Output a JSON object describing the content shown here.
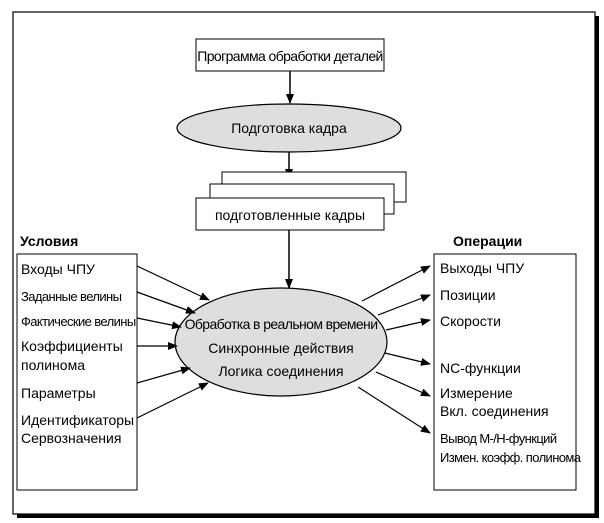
{
  "program_box": "Программа обработки деталей",
  "prep_ellipse": "Подготовка кадра",
  "prepared_frames": "подготовленные кадры",
  "left_column": {
    "title": "Условия",
    "items": [
      "Входы ЧПУ",
      "Заданные велины",
      "Фактические велины",
      "Коэффициенты",
      "полинома",
      "Параметры",
      "Идентификаторы",
      "Сервозначения"
    ]
  },
  "right_column": {
    "title": "Операции",
    "items": [
      "Выходы ЧПУ",
      "Позиции",
      "Скорости",
      "NC-функции",
      "Измерение",
      "Вкл. соединения",
      "Вывод М-/Н-функций",
      "Измен. коэфф. полинома"
    ]
  },
  "center_ellipse": {
    "line1": "Обработка в реальном времени",
    "line2": "Синхронные действия",
    "line3": "Логика соединения"
  },
  "colors": {
    "ellipse_fill": "#dedede",
    "stroke": "#000000",
    "background": "#ffffff"
  }
}
